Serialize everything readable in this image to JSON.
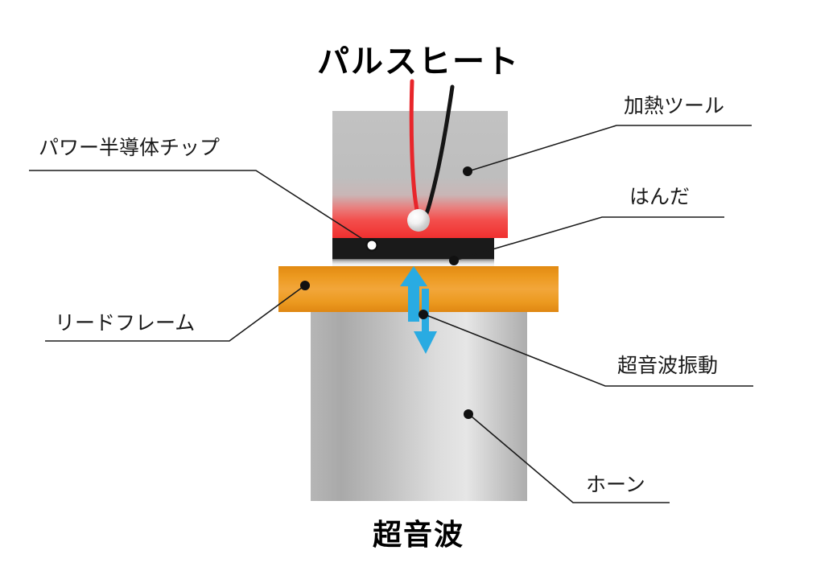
{
  "diagram": {
    "type": "cross-section-schematic",
    "subject": "Ultrasonic and pulse-heat bonding of a power semiconductor chip to a lead frame",
    "titles": {
      "top": "パルスヒート",
      "bottom": "超音波"
    },
    "labels": [
      {
        "id": "power-semiconductor-chip",
        "text": "パワー半導体チップ",
        "side": "left",
        "marker": "hollow-circle"
      },
      {
        "id": "lead-frame",
        "text": "リードフレーム",
        "side": "left",
        "marker": "filled-dot"
      },
      {
        "id": "heating-tool",
        "text": "加熱ツール",
        "side": "right",
        "marker": "filled-dot"
      },
      {
        "id": "solder",
        "text": "はんだ",
        "side": "right",
        "marker": "filled-dot"
      },
      {
        "id": "ultrasonic-vibration",
        "text": "超音波振動",
        "side": "right",
        "marker": "filled-dot"
      },
      {
        "id": "horn",
        "text": "ホーン",
        "side": "right",
        "marker": "filled-dot"
      }
    ],
    "parts": [
      {
        "id": "heating-tool",
        "shape": "rectangle",
        "fill": "gray-to-red vertical gradient"
      },
      {
        "id": "thermocouple-bead",
        "shape": "sphere",
        "fill": "silver-white radial gradient"
      },
      {
        "id": "wire-red",
        "shape": "curve",
        "color": "#e8262b"
      },
      {
        "id": "wire-black",
        "shape": "curve",
        "color": "#151515"
      },
      {
        "id": "chip",
        "shape": "rectangle",
        "fill": "#1a1a1a"
      },
      {
        "id": "solder",
        "shape": "thin-strip",
        "fill": "light metallic gradient"
      },
      {
        "id": "lead-frame",
        "shape": "rectangle",
        "fill": "orange vertical gradient"
      },
      {
        "id": "horn",
        "shape": "rectangle",
        "fill": "metallic horizontal gradient"
      },
      {
        "id": "vibration-arrow-up",
        "shape": "arrow",
        "direction": "up",
        "color": "#29ABE2"
      },
      {
        "id": "vibration-arrow-down",
        "shape": "arrow",
        "direction": "down",
        "color": "#29ABE2"
      }
    ],
    "colors": {
      "accent_blue": "#29ABE2",
      "lead_frame_orange": "#EE9A22",
      "lead_frame_orange_dark": "#E18A18",
      "hot_red": "#F0403F",
      "tool_gray": "#BFBFBF",
      "chip_black": "#1A1A1A",
      "horn_gray": "#B3B3B3",
      "wire_red": "#E8262B",
      "wire_black": "#151515",
      "text": "#1A1A1A"
    }
  }
}
